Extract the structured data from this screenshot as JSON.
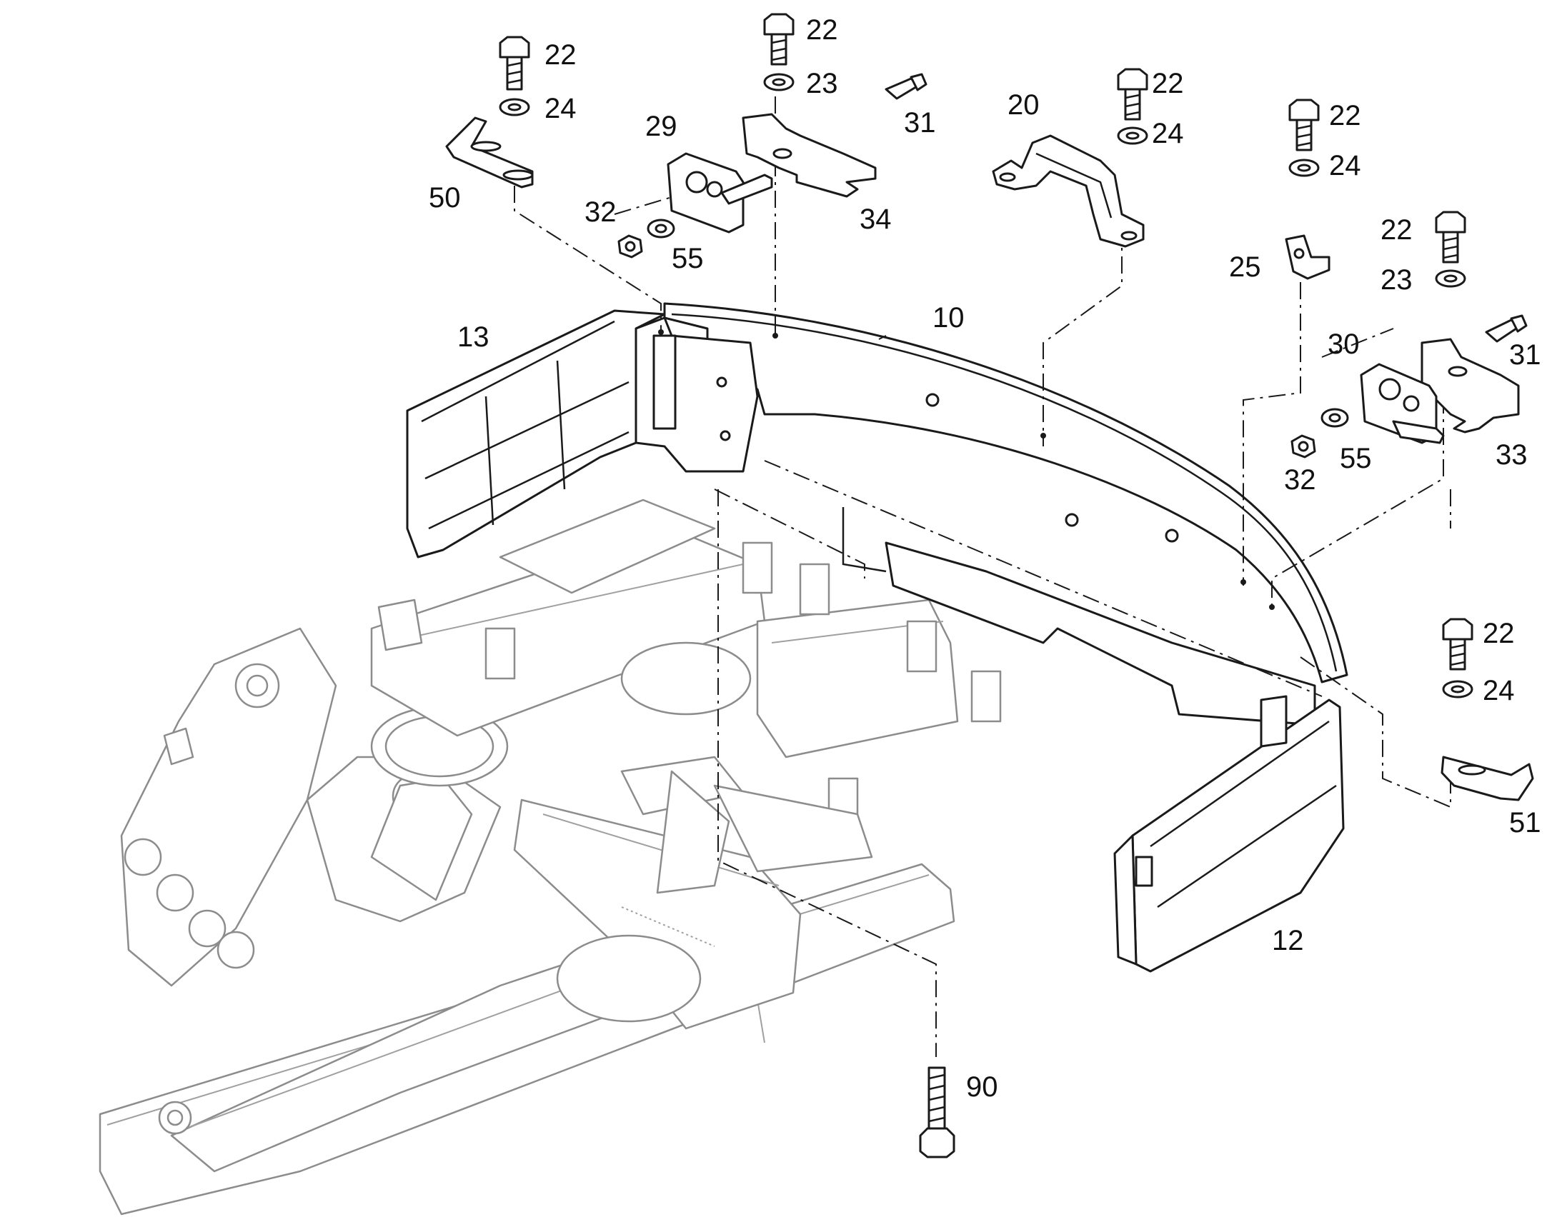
{
  "diagram": {
    "callouts": {
      "c22a": "22",
      "c24a": "24",
      "c50": "50",
      "c22b": "22",
      "c23a": "23",
      "c31a": "31",
      "c29": "29",
      "c34": "34",
      "c32a": "32",
      "c55a": "55",
      "c20": "20",
      "c22c": "22",
      "c24b": "24",
      "c22d": "22",
      "c24c": "24",
      "c25": "25",
      "c22e": "22",
      "c23b": "23",
      "c30": "30",
      "c31b": "31",
      "c33": "33",
      "c32b": "32",
      "c55b": "55",
      "c13": "13",
      "c10": "10",
      "c22f": "22",
      "c24d": "24",
      "c51": "51",
      "c12": "12",
      "c90": "90"
    }
  }
}
